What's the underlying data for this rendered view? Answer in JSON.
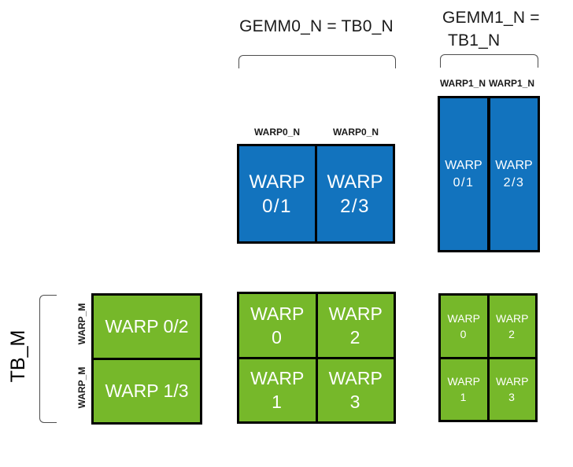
{
  "colors": {
    "blue": "#1273BE",
    "green": "#76B82A",
    "box_border": "#000000",
    "bracket": "#4D4D4D",
    "label_text": "#1A1A1A",
    "box_text": "#FFFFFF",
    "background": "#FFFFFF"
  },
  "titles": {
    "gemm0": "GEMM0_N = TB0_N",
    "gemm1_line1": "GEMM1_N =",
    "gemm1_line2": "TB1_N"
  },
  "axis_labels": {
    "tb_m": "TB_M",
    "warp_m_top": "WARP_M",
    "warp_m_bottom": "WARP_M",
    "warp0_n_left": "WARP0_N",
    "warp0_n_right": "WARP0_N",
    "warp1_n_left": "WARP1_N",
    "warp1_n_right": "WARP1_N"
  },
  "gemm0_accumulator": {
    "cells": [
      {
        "line1": "WARP",
        "line2": "0/1"
      },
      {
        "line1": "WARP",
        "line2": "2/3"
      }
    ]
  },
  "gemm1_accumulator": {
    "cells": [
      {
        "line1": "WARP",
        "line2": "0/1"
      },
      {
        "line1": "WARP",
        "line2": "2/3"
      }
    ]
  },
  "tb_tile_rows": {
    "cells": [
      {
        "label": "WARP 0/2"
      },
      {
        "label": "WARP 1/3"
      }
    ]
  },
  "gemm0_warp_tiles": {
    "cells": [
      {
        "line1": "WARP",
        "line2": "0"
      },
      {
        "line1": "WARP",
        "line2": "2"
      },
      {
        "line1": "WARP",
        "line2": "1"
      },
      {
        "line1": "WARP",
        "line2": "3"
      }
    ]
  },
  "gemm1_warp_tiles": {
    "cells": [
      {
        "line1": "WARP",
        "line2": "0"
      },
      {
        "line1": "WARP",
        "line2": "2"
      },
      {
        "line1": "WARP",
        "line2": "1"
      },
      {
        "line1": "WARP",
        "line2": "3"
      }
    ]
  }
}
